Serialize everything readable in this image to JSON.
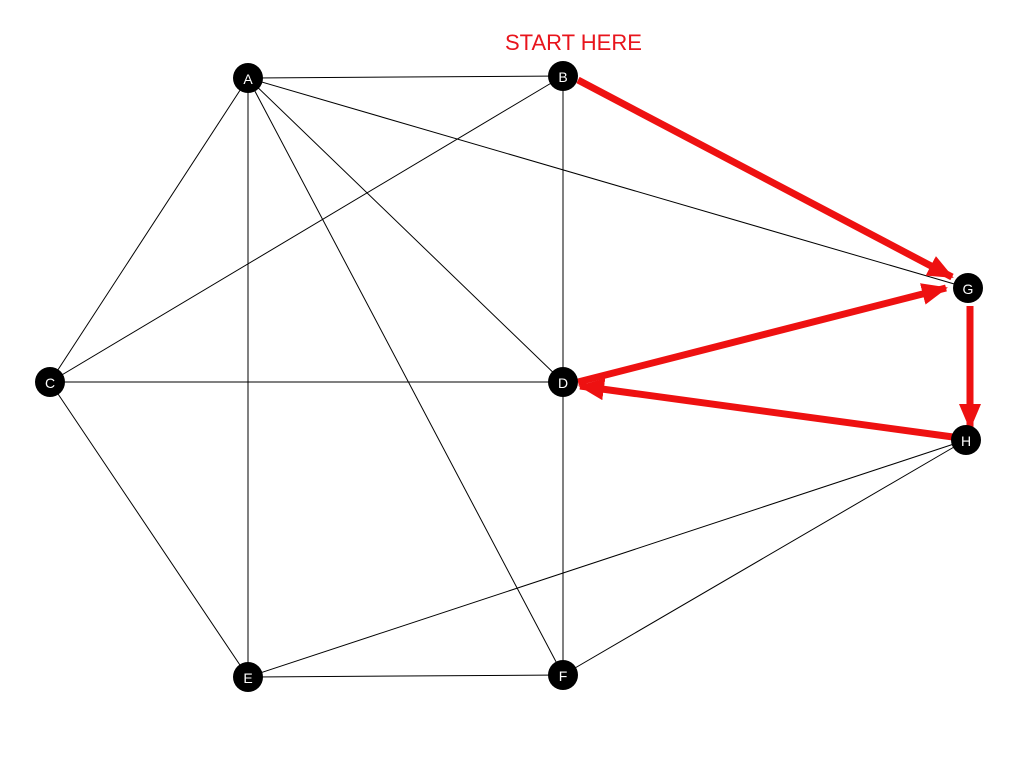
{
  "annotation": {
    "text": "START HERE",
    "color": "#e8141c"
  },
  "colors": {
    "node_fill": "#000000",
    "node_label": "#ffffff",
    "edge": "#000000",
    "path": "#ee1111"
  },
  "graph": {
    "nodes": [
      {
        "id": "A",
        "label": "A"
      },
      {
        "id": "B",
        "label": "B"
      },
      {
        "id": "C",
        "label": "C"
      },
      {
        "id": "D",
        "label": "D"
      },
      {
        "id": "E",
        "label": "E"
      },
      {
        "id": "F",
        "label": "F"
      },
      {
        "id": "G",
        "label": "G"
      },
      {
        "id": "H",
        "label": "H"
      }
    ],
    "edges": [
      {
        "from": "A",
        "to": "B"
      },
      {
        "from": "A",
        "to": "C"
      },
      {
        "from": "A",
        "to": "E"
      },
      {
        "from": "A",
        "to": "F"
      },
      {
        "from": "A",
        "to": "D"
      },
      {
        "from": "A",
        "to": "G"
      },
      {
        "from": "B",
        "to": "C"
      },
      {
        "from": "B",
        "to": "D"
      },
      {
        "from": "C",
        "to": "D"
      },
      {
        "from": "C",
        "to": "E"
      },
      {
        "from": "D",
        "to": "F"
      },
      {
        "from": "E",
        "to": "F"
      },
      {
        "from": "E",
        "to": "H"
      },
      {
        "from": "F",
        "to": "H"
      }
    ],
    "path": [
      {
        "from": "B",
        "to": "G"
      },
      {
        "from": "D",
        "to": "G"
      },
      {
        "from": "G",
        "to": "H"
      },
      {
        "from": "H",
        "to": "D"
      }
    ]
  }
}
